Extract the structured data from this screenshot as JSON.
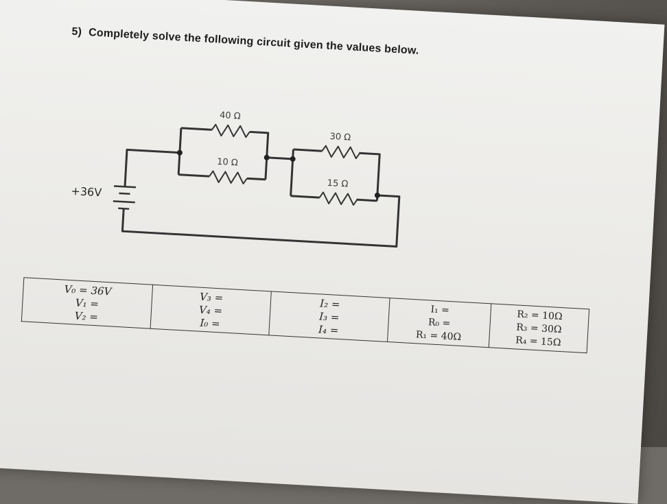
{
  "question": {
    "number": "5)",
    "text": "Completely solve the following circuit given the values below."
  },
  "circuit": {
    "source_label": "+36V",
    "resistors": [
      {
        "label": "40 Ω"
      },
      {
        "label": "10 Ω"
      },
      {
        "label": "30 Ω"
      },
      {
        "label": "15 Ω"
      }
    ]
  },
  "table": {
    "columns": [
      [
        "V₀ = 36V",
        "V₁ =",
        "V₂ ="
      ],
      [
        "V₃ =",
        "V₄ =",
        "I₀ ="
      ],
      [
        "I₂ =",
        "I₃ =",
        "I₄ ="
      ],
      [
        "I₁ =",
        "R₀ =",
        "R₁ = 40Ω"
      ],
      [
        "R₂ = 10Ω",
        "R₃ = 30Ω",
        "R₄ = 15Ω"
      ]
    ]
  }
}
